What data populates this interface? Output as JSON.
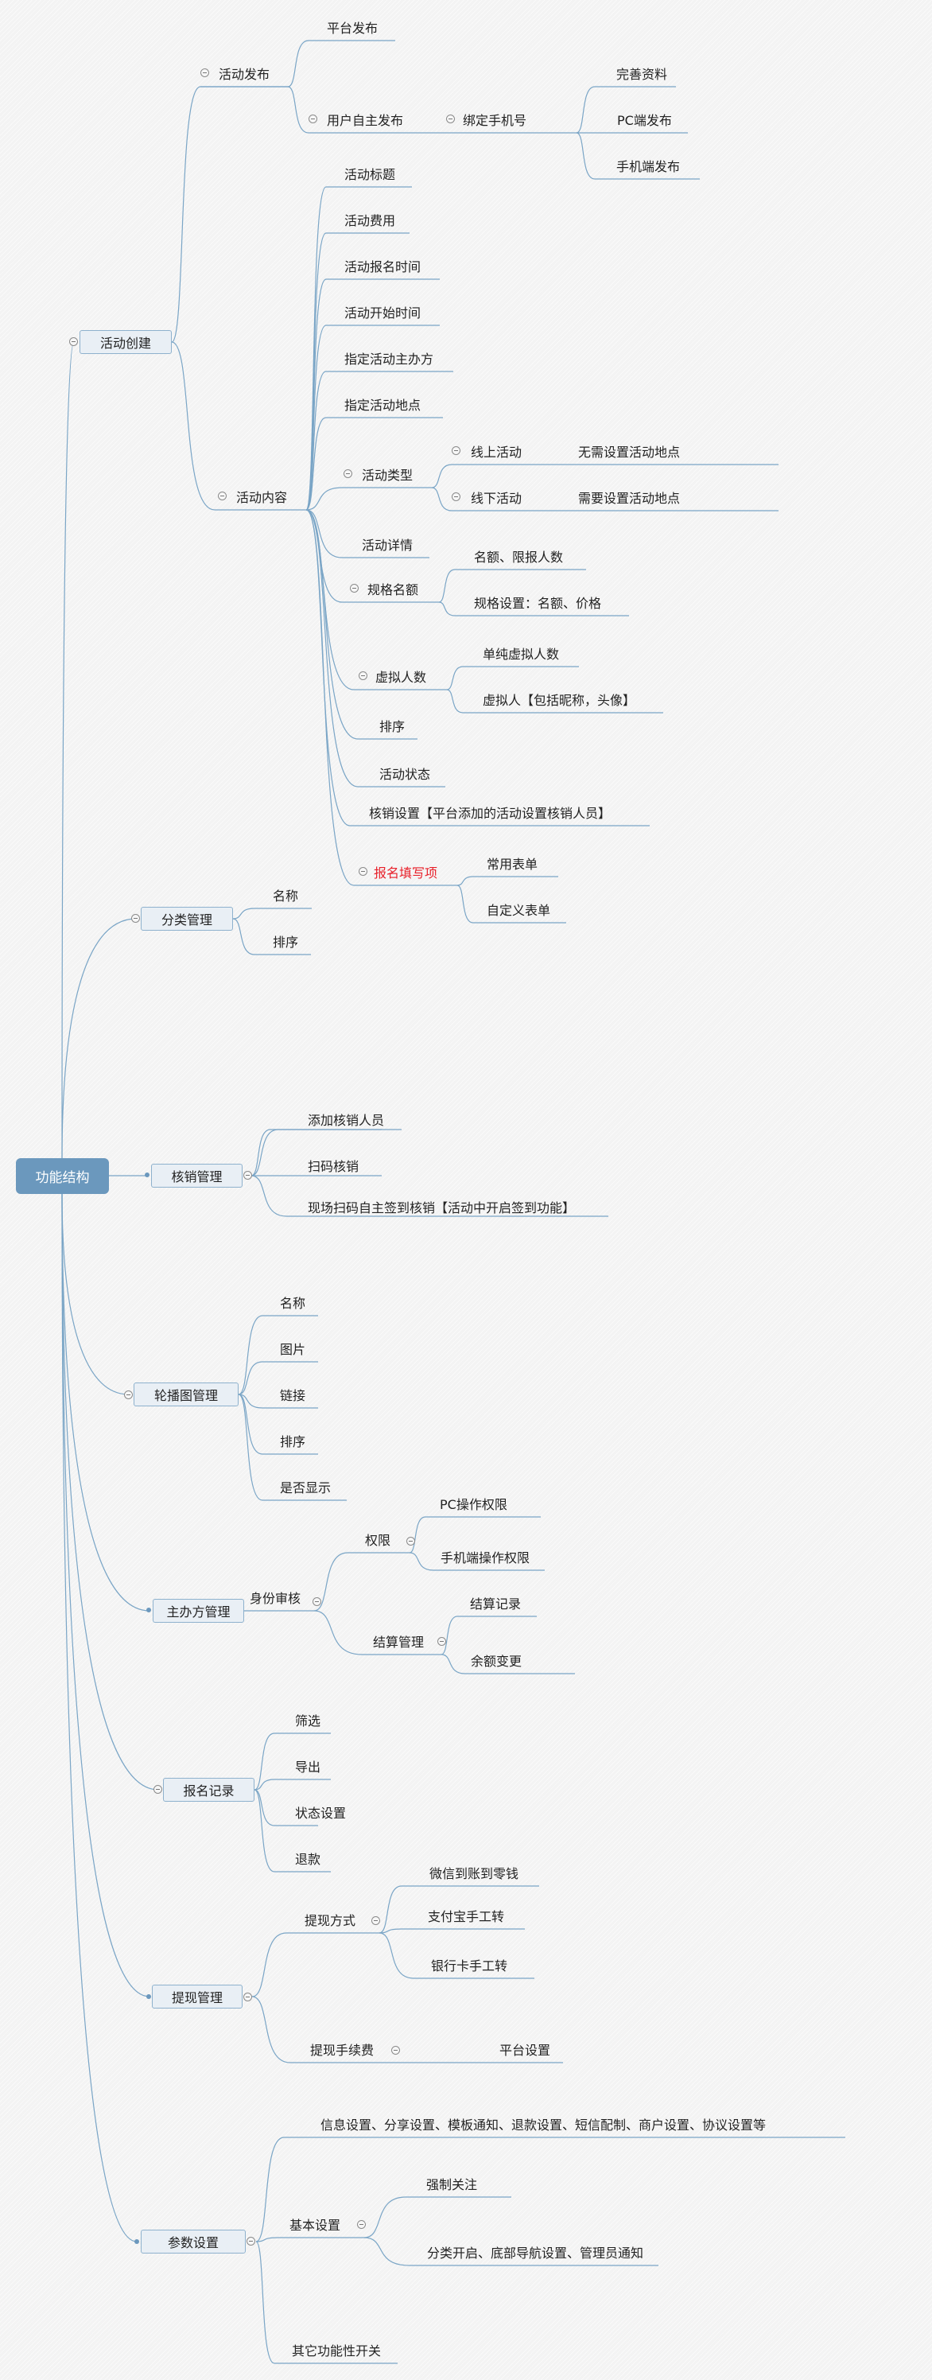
{
  "title": "功能结构",
  "colors": {
    "line": "#7aa5c6",
    "root_fill": "#6b98bd",
    "box_fill": "#e9eff5",
    "box_border": "#8eb1cd",
    "highlight_text": "#e8202a"
  },
  "root": {
    "label": "功能结构"
  },
  "branches": {
    "activity_create": {
      "label": "活动创建",
      "publish": {
        "label": "活动发布",
        "platform": "平台发布",
        "user": {
          "label": "用户自主发布",
          "bind_phone": {
            "label": "绑定手机号",
            "children": [
              "完善资料",
              "PC端发布",
              "手机端发布"
            ]
          }
        }
      },
      "content": {
        "label": "活动内容",
        "simple_items": [
          "活动标题",
          "活动费用",
          "活动报名时间",
          "活动开始时间",
          "指定活动主办方",
          "指定活动地点"
        ],
        "type": {
          "label": "活动类型",
          "online": {
            "label": "线上活动",
            "note": "无需设置活动地点"
          },
          "offline": {
            "label": "线下活动",
            "note": "需要设置活动地点"
          }
        },
        "detail": "活动详情",
        "spec": {
          "label": "规格名额",
          "children": [
            "名额、限报人数",
            "规格设置：名额、价格"
          ]
        },
        "virtual": {
          "label": "虚拟人数",
          "children": [
            "单纯虚拟人数",
            "虚拟人【包括昵称，头像】"
          ]
        },
        "sort": "排序",
        "status": "活动状态",
        "verify_setting": "核销设置【平台添加的活动设置核销人员】",
        "signup_fields": {
          "label": "报名填写项",
          "children": [
            "常用表单",
            "自定义表单"
          ]
        }
      }
    },
    "category": {
      "label": "分类管理",
      "children": [
        "名称",
        "排序"
      ]
    },
    "verify": {
      "label": "核销管理",
      "children": [
        "添加核销人员",
        "扫码核销",
        "现场扫码自主签到核销【活动中开启签到功能】"
      ]
    },
    "banner": {
      "label": "轮播图管理",
      "children": [
        "名称",
        "图片",
        "链接",
        "排序",
        "是否显示"
      ]
    },
    "organizer": {
      "label": "主办方管理",
      "identity": {
        "label": "身份审核",
        "permission": {
          "label": "权限",
          "children": [
            "PC操作权限",
            "手机端操作权限"
          ]
        },
        "settlement": {
          "label": "结算管理",
          "children": [
            "结算记录",
            "余额变更"
          ]
        }
      }
    },
    "signup_records": {
      "label": "报名记录",
      "children": [
        "筛选",
        "导出",
        "状态设置",
        "退款"
      ]
    },
    "withdraw": {
      "label": "提现管理",
      "method": {
        "label": "提现方式",
        "children": [
          "微信到账到零钱",
          "支付宝手工转",
          "银行卡手工转"
        ]
      },
      "fee": {
        "label": "提现手续费",
        "child": "平台设置"
      }
    },
    "params": {
      "label": "参数设置",
      "misc": "信息设置、分享设置、模板通知、退款设置、短信配制、商户设置、协议设置等",
      "basic": {
        "label": "基本设置",
        "children": [
          "强制关注",
          "分类开启、底部导航设置、管理员通知"
        ]
      },
      "other": "其它功能性开关"
    }
  }
}
